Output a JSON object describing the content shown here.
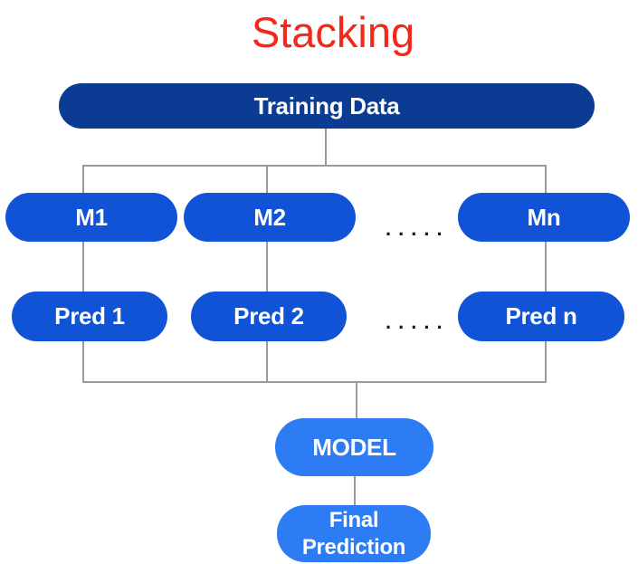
{
  "title": "Stacking",
  "nodes": {
    "training": "Training Data",
    "m1": "M1",
    "m2": "M2",
    "mn": "Mn",
    "pred1": "Pred 1",
    "pred2": "Pred 2",
    "predn": "Pred n",
    "model": "MODEL",
    "final": "Final Prediction"
  },
  "ellipsis": ".....",
  "colors": {
    "title": "#F3281B",
    "navy": "#0C3B94",
    "blue": "#1053D6",
    "lightBlue": "#2E7CF4",
    "line": "#9A9A9A",
    "dot": "#1A1A1A",
    "label": "#FFFFFF",
    "background": "#FFFFFF"
  }
}
